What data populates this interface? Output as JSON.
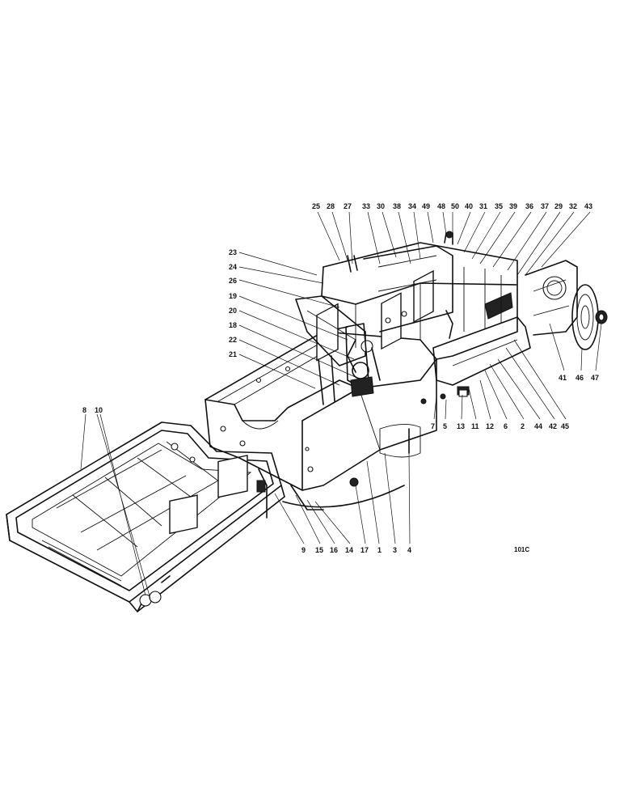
{
  "callouts": {
    "top": [
      "25",
      "28",
      "27",
      "33",
      "30",
      "38",
      "34",
      "49",
      "48",
      "50",
      "40",
      "31",
      "35",
      "39",
      "36",
      "37",
      "29",
      "32",
      "43"
    ],
    "left": [
      "23",
      "24",
      "26",
      "19",
      "20",
      "18",
      "22",
      "21"
    ],
    "bottom_right": [
      "7",
      "5",
      "13",
      "11",
      "12",
      "6",
      "2",
      "44",
      "42",
      "45",
      "41",
      "46",
      "47"
    ],
    "bottom": [
      "9",
      "15",
      "16",
      "14",
      "17",
      "1",
      "3",
      "4"
    ],
    "left_frame": [
      "8",
      "10"
    ]
  },
  "corner_mark": "101C"
}
